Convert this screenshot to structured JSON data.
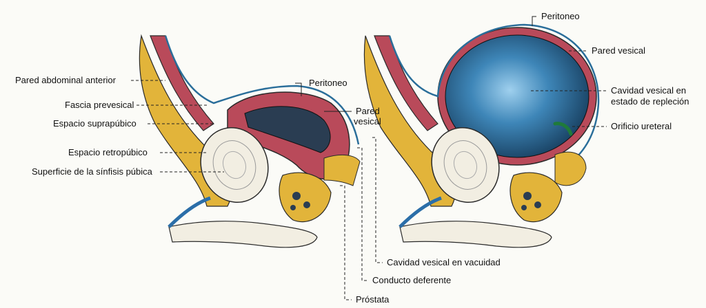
{
  "labels": {
    "left_pared_abdominal_anterior": "Pared abdominal anterior",
    "left_fascia_prevesical": "Fascia prevesical",
    "left_espacio_suprapubico": "Espacio suprapúbico",
    "left_espacio_retropubico": "Espacio retropúbico",
    "left_superficie_sinfisis": "Superficie de la sínfisis púbica",
    "left_peritoneo": "Peritoneo",
    "left_pared_vesical_line1": "Pared",
    "left_pared_vesical_line2": "vesical",
    "bottom_cavidad_vacuidad": "Cavidad vesical en vacuidad",
    "bottom_conducto_deferente": "Conducto deferente",
    "bottom_prostata": "Próstata",
    "right_peritoneo": "Peritoneo",
    "right_pared_vesical": "Pared vesical",
    "right_cavidad_repleccion_line1": "Cavidad vesical en",
    "right_cavidad_repleccion_line2": "estado de repleción",
    "right_orificio_ureteral": "Orificio ureteral"
  },
  "colors": {
    "muscle": "#b94a5a",
    "fat": "#e2b43a",
    "bone": "#f2eee2",
    "bladder_full": "#1f5f8a",
    "bladder_empty": "#2a3d52",
    "vessel_blue": "#2b6ea8",
    "outline": "#2a2a2a",
    "ureter": "#1f7a3a"
  }
}
